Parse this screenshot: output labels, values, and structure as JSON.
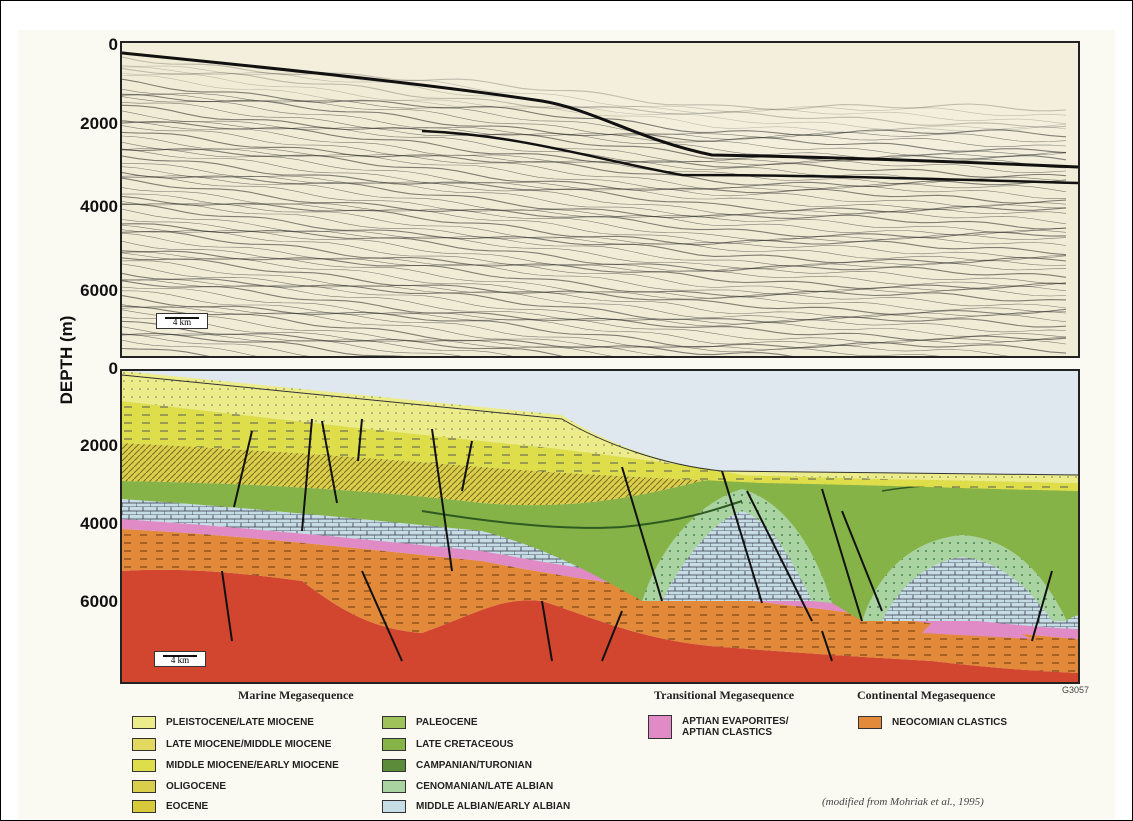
{
  "figure": {
    "y_axis_label": "DEPTH (m)",
    "top_panel_ticks": [
      "0",
      "2000",
      "4000",
      "6000"
    ],
    "bottom_panel_ticks": [
      "0",
      "2000",
      "4000",
      "6000"
    ],
    "scale_label": "4 km",
    "figure_id": "G3057",
    "citation": "(modified from Mohriak et al., 1995)"
  },
  "megasequences": {
    "marine": "Marine Megasequence",
    "transitional": "Transitional Megasequence",
    "continental": "Continental Megasequence"
  },
  "legend": {
    "column1": [
      {
        "label": "PLEISTOCENE/LATE MIOCENE",
        "color": "#ecec8a"
      },
      {
        "label": "LATE MIOCENE/MIDDLE MIOCENE",
        "color": "#e3d960"
      },
      {
        "label": "MIDDLE MIOCENE/EARLY MIOCENE",
        "color": "#dede4a"
      },
      {
        "label": "OLIGOCENE",
        "color": "#d9cf4c"
      },
      {
        "label": "EOCENE",
        "color": "#d7c93a"
      }
    ],
    "column2": [
      {
        "label": "PALEOCENE",
        "color": "#9fc25a"
      },
      {
        "label": "LATE CRETACEOUS",
        "color": "#86b347"
      },
      {
        "label": "CAMPANIAN/TURONIAN",
        "color": "#5c8c3a"
      },
      {
        "label": "CENOMANIAN/LATE ALBIAN",
        "color": "#a9d3a0"
      },
      {
        "label": "MIDDLE ALBIAN/EARLY ALBIAN",
        "color": "#c6dde6"
      }
    ],
    "column3": [
      {
        "label": "APTIAN EVAPORITES/\nAPTIAN CLASTICS",
        "color": "#e08ac6"
      }
    ],
    "column4": [
      {
        "label": "NEOCOMIAN CLASTICS",
        "color": "#e3893a"
      }
    ]
  },
  "colors": {
    "basement": "#d2452e",
    "seismic_background": "#f1ecd6",
    "water": "#dfe8ee"
  }
}
